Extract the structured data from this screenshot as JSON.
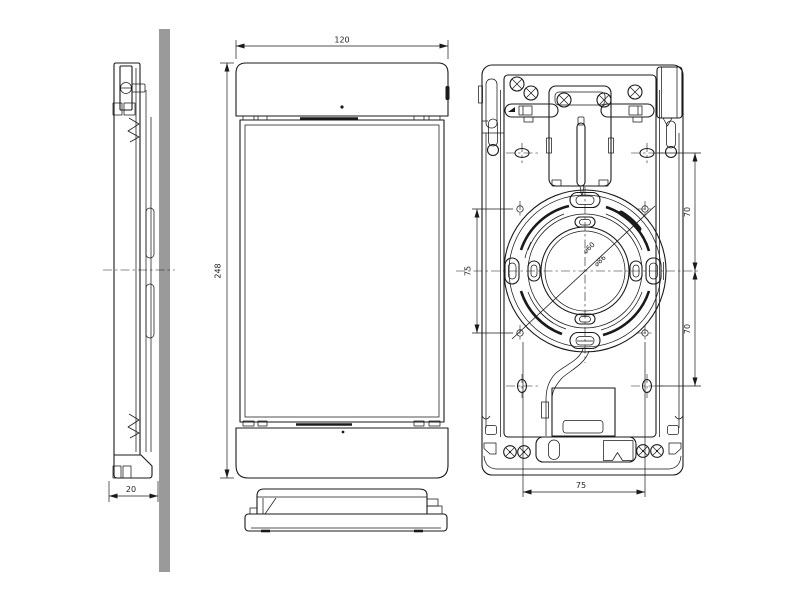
{
  "colors": {
    "line": "#1a1a1a",
    "wall": "#9a9a9a",
    "background": "#ffffff"
  },
  "dimensions": {
    "front_width": "120",
    "front_height": "248",
    "side_depth": "20",
    "back_left_vertical": "75",
    "back_bottom_horizontal": "75",
    "back_right_upper": "70",
    "back_right_lower": "70",
    "mount_diameter_inner": "⌀60",
    "mount_diameter_outer": "⌀86"
  }
}
